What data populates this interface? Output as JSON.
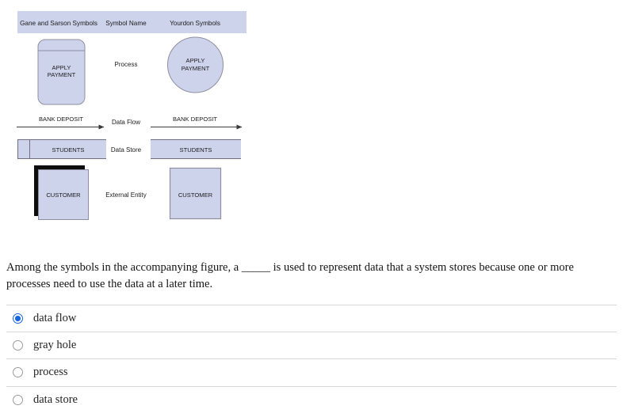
{
  "figure": {
    "header": {
      "col1": "Gane and Sarson Symbols",
      "col2": "Symbol Name",
      "col3": "Yourdon Symbols"
    },
    "rows": [
      {
        "symbol_name": "Process",
        "gane_sarson_label": "APPLY PAYMENT",
        "gane_sarson_line1": "APPLY",
        "gane_sarson_line2": "PAYMENT",
        "yourdon_line1": "APPLY",
        "yourdon_line2": "PAYMENT"
      },
      {
        "symbol_name": "Data Flow",
        "gane_sarson_label": "BANK DEPOSIT",
        "yourdon_label": "BANK DEPOSIT"
      },
      {
        "symbol_name": "Data Store",
        "gane_sarson_label": "STUDENTS",
        "yourdon_label": "STUDENTS"
      },
      {
        "symbol_name": "External Entity",
        "gane_sarson_label": "CUSTOMER",
        "yourdon_label": "CUSTOMER"
      }
    ],
    "colors": {
      "shape_fill": "#ced3ec",
      "shape_stroke": "#8e8e9e",
      "header_fill": "#ced3ec",
      "shadow": "#0d0d0d",
      "arrow": "#3a3a3a"
    }
  },
  "question": {
    "text": "Among the symbols in the accompanying figure, a _____ is used to represent data that a system stores because one or more processes need to use the data at a later time."
  },
  "options": [
    {
      "label": "data flow",
      "selected": true
    },
    {
      "label": "gray hole",
      "selected": false
    },
    {
      "label": "process",
      "selected": false
    },
    {
      "label": "data store",
      "selected": false
    }
  ]
}
